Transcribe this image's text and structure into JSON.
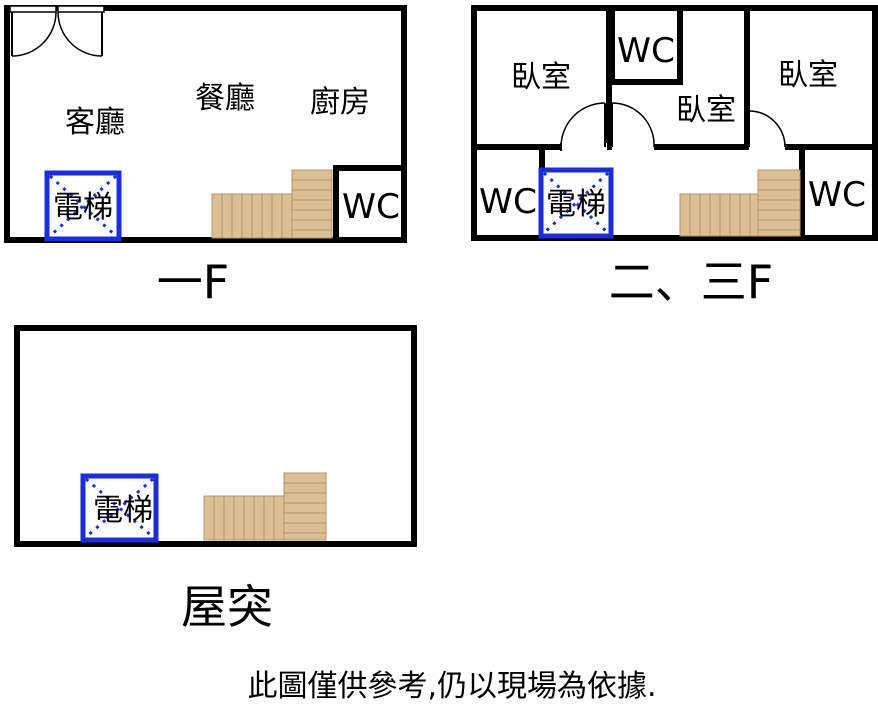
{
  "floor1": {
    "label": "一F",
    "rooms": {
      "living": "客廳",
      "dining": "餐廳",
      "kitchen": "廚房",
      "wc": "WC",
      "elevator": "電梯"
    }
  },
  "floor23": {
    "label": "二、三F",
    "rooms": {
      "bedroom_left": "臥室",
      "wc_top": "WC",
      "bedroom_center": "臥室",
      "bedroom_right": "臥室",
      "wc_left": "WC",
      "elevator": "電梯",
      "wc_right": "WC"
    }
  },
  "roof": {
    "label": "屋突",
    "rooms": {
      "elevator": "電梯"
    }
  },
  "footer": {
    "note": "此圖僅供參考,仍以現場為依據."
  },
  "colors": {
    "wall": "#000000",
    "elevator": "#1b2fd6",
    "stair": "#dcbf94"
  }
}
